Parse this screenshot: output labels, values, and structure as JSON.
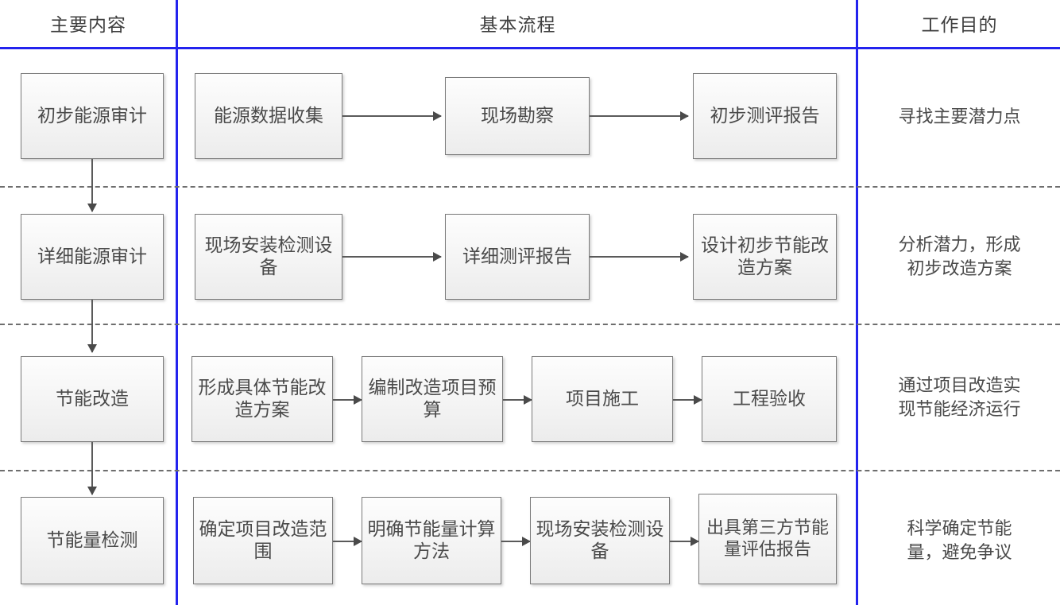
{
  "diagram": {
    "title_columns": [
      {
        "id": "main-content",
        "label": "主要内容"
      },
      {
        "id": "basic-process",
        "label": "基本流程"
      },
      {
        "id": "work-purpose",
        "label": "工作目的"
      }
    ],
    "colors": {
      "divider_blue": "#2323ee",
      "box_border": "#7b7b7b",
      "box_fill": "#f4f4f4",
      "text": "#4a4a4a",
      "dashed_separator": "#6e6e6e",
      "connector": "#5a5a5a"
    },
    "rows": [
      {
        "id": "row-1",
        "stage": "初步能源审计",
        "steps": [
          "能源数据收集",
          "现场勘察",
          "初步测评报告"
        ],
        "purpose": "寻找主要潜力点"
      },
      {
        "id": "row-2",
        "stage": "详细能源审计",
        "steps": [
          "现场安装检测设备",
          "详细测评报告",
          "设计初步节能改造方案"
        ],
        "purpose": "分析潜力，形成\n初步改造方案"
      },
      {
        "id": "row-3",
        "stage": "节能改造",
        "steps": [
          "形成具体节能改造方案",
          "编制改造项目预算",
          "项目施工",
          "工程验收"
        ],
        "purpose": "通过项目改造实\n现节能经济运行"
      },
      {
        "id": "row-4",
        "stage": "节能量检测",
        "steps": [
          "确定项目改造范围",
          "明确节能量计算方法",
          "现场安装检测设备",
          "出具第三方节能量评估报告"
        ],
        "purpose": "科学确定节能\n量，避免争议"
      }
    ]
  }
}
